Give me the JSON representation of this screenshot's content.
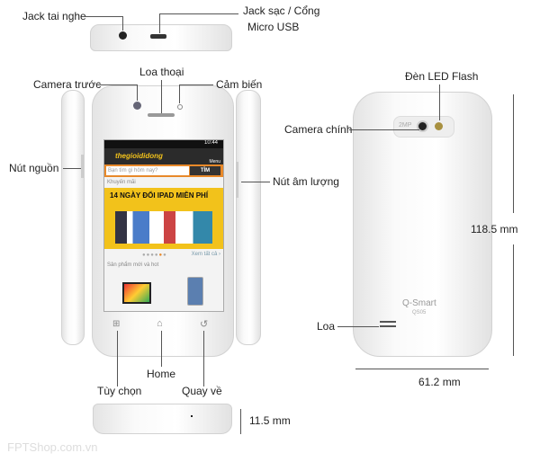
{
  "labels": {
    "headphone_jack": "Jack tai nghe",
    "charging_port_line1": "Jack sạc / Cổng",
    "charging_port_line2": "Micro USB",
    "earpiece": "Loa thoại",
    "front_camera": "Camera trước",
    "sensor": "Cảm biến",
    "power_button": "Nút nguồn",
    "volume_button": "Nút âm lượng",
    "home": "Home",
    "options": "Tùy chọn",
    "back": "Quay về",
    "thickness": "11.5 mm",
    "led_flash": "Đèn LED Flash",
    "main_camera": "Camera chính",
    "height": "118.5 mm",
    "speaker": "Loa",
    "width": "61.2 mm"
  },
  "screen": {
    "time": "10:44",
    "site": "thegioididong",
    "menu": "Menu",
    "search_placeholder": "Bạn tìm gì hôm nay?",
    "search_button": "TÌM",
    "promo_header": "Khuyến mãi",
    "banner_title": "14 NGÀY ĐỔI IPAD MIỄN PHÍ",
    "view_all": "Xem tất cả ›",
    "section": "Sản phẩm mới và hot"
  },
  "back": {
    "brand": "Q-Smart",
    "model": "QS05",
    "camera_mp": "2MP"
  },
  "watermark": "FPTShop.com.vn",
  "colors": {
    "banner": "#f2c21b",
    "header": "#2b2b2b",
    "accent": "#e8892a"
  }
}
